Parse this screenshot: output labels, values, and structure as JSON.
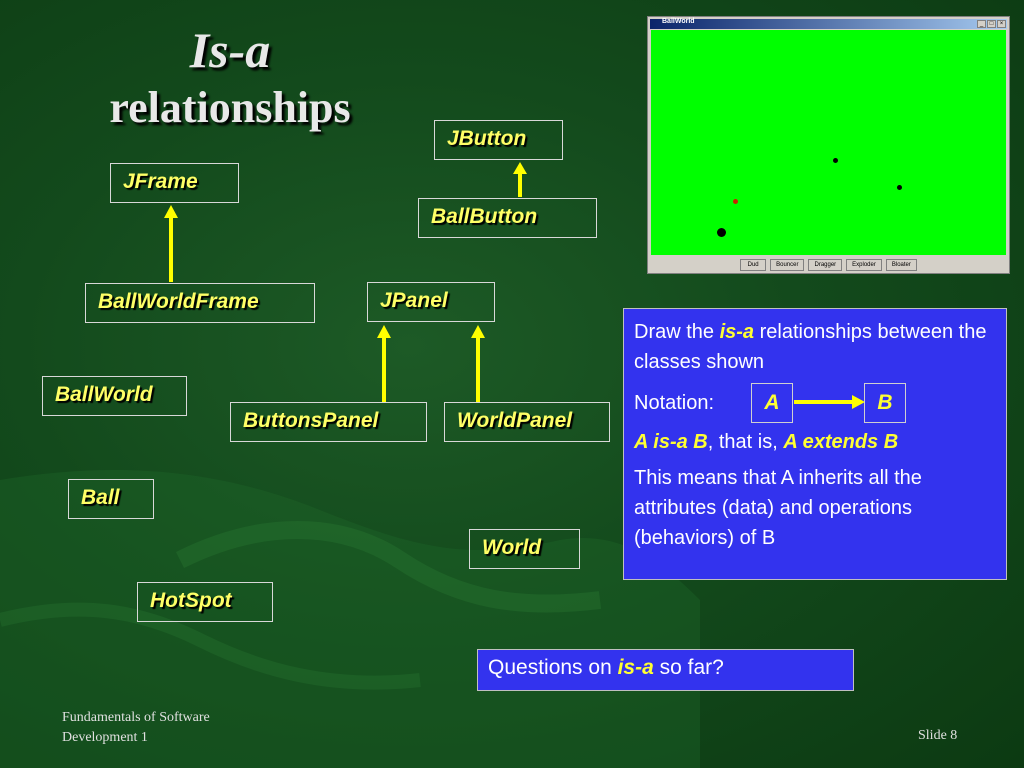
{
  "title": {
    "line1": "Is-a",
    "line2": "relationships"
  },
  "classes": {
    "jframe": "JFrame",
    "ballworldframe": "BallWorldFrame",
    "jbutton": "JButton",
    "ballbutton": "BallButton",
    "jpanel": "JPanel",
    "ballworld": "BallWorld",
    "buttonspanel": "ButtonsPanel",
    "worldpanel": "WorldPanel",
    "ball": "Ball",
    "world": "World",
    "hotspot": "HotSpot"
  },
  "window": {
    "title": "BallWorld",
    "buttons": [
      "Dud",
      "Bouncer",
      "Dragger",
      "Exploder",
      "Bloater"
    ],
    "ball_colors": [
      "#000000",
      "#cc2200"
    ]
  },
  "info": {
    "line1_pre": "Draw the ",
    "line1_hl": "is-a",
    "line1_post": " relationships between the classes shown",
    "notation_label": "Notation:",
    "notation_a": "A",
    "notation_b": "B",
    "rel_hl": "A is-a B",
    "rel_mid": ", that is, ",
    "rel_hl2": "A extends B",
    "explain": "This means that A inherits all the attributes (data) and operations (behaviors) of B"
  },
  "question": {
    "pre": "Questions on ",
    "hl": "is-a",
    "post": " so far?"
  },
  "footer": {
    "line1": "Fundamentals of Software",
    "line2": "Development 1",
    "slide": "Slide 8"
  },
  "colors": {
    "arrow": "#ffff00",
    "class_text": "#ffff66",
    "box_bg": "#3333ee",
    "canvas": "#00ff00"
  }
}
